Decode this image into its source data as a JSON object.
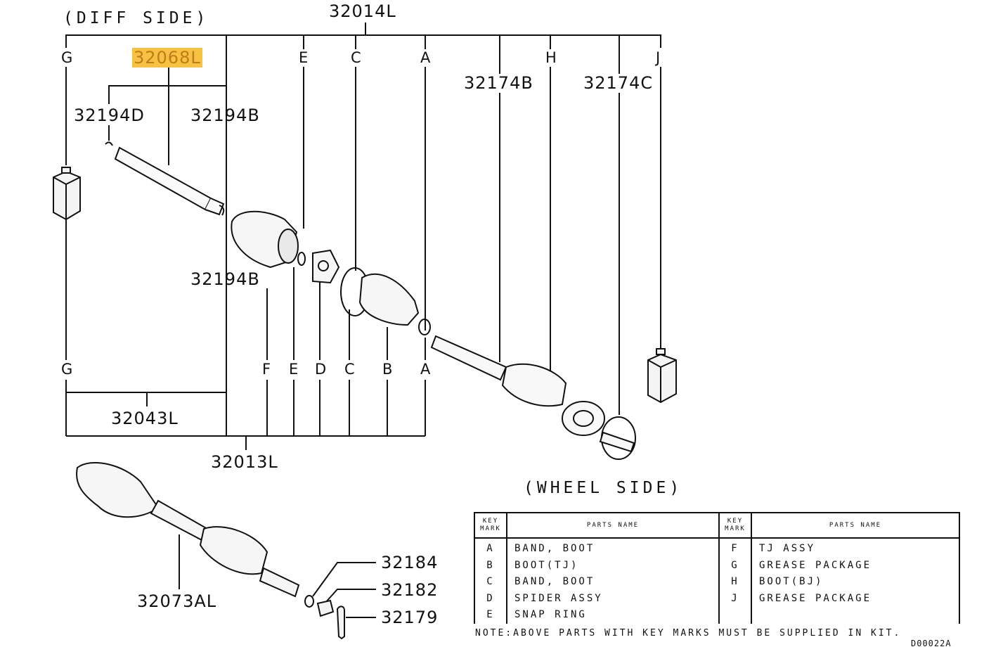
{
  "headers": {
    "diff_side": "(DIFF SIDE)",
    "wheel_side": "(WHEEL SIDE)"
  },
  "part_numbers": {
    "p32014L": "32014L",
    "p32068L": "32068L",
    "p32194D": "32194D",
    "p32194B_top": "32194B",
    "p32194B_mid": "32194B",
    "p32174B": "32174B",
    "p32174C": "32174C",
    "p32043L": "32043L",
    "p32013L": "32013L",
    "p32073AL": "32073AL",
    "p32184": "32184",
    "p32182": "32182",
    "p32179": "32179"
  },
  "key_letters_top": [
    "G",
    "E",
    "C",
    "A",
    "H",
    "J"
  ],
  "key_letters_bottom": [
    "G",
    "F",
    "E",
    "D",
    "C",
    "B",
    "A"
  ],
  "highlight_color": "#f5c242",
  "key_table": {
    "header_key_mark_1": "KEY",
    "header_key_mark_2": "MARK",
    "header_parts_name": "PARTS NAME",
    "left_rows": [
      {
        "mark": "A",
        "name": "BAND, BOOT"
      },
      {
        "mark": "B",
        "name": "BOOT(TJ)"
      },
      {
        "mark": "C",
        "name": "BAND, BOOT"
      },
      {
        "mark": "D",
        "name": "SPIDER ASSY"
      },
      {
        "mark": "E",
        "name": "SNAP RING"
      }
    ],
    "right_rows": [
      {
        "mark": "F",
        "name": "TJ ASSY"
      },
      {
        "mark": "G",
        "name": "GREASE PACKAGE"
      },
      {
        "mark": "H",
        "name": "BOOT(BJ)"
      },
      {
        "mark": "J",
        "name": "GREASE PACKAGE"
      }
    ]
  },
  "note": "NOTE:ABOVE PARTS WITH KEY MARKS MUST BE SUPPLIED IN KIT.",
  "diagram_code": "D00022A"
}
